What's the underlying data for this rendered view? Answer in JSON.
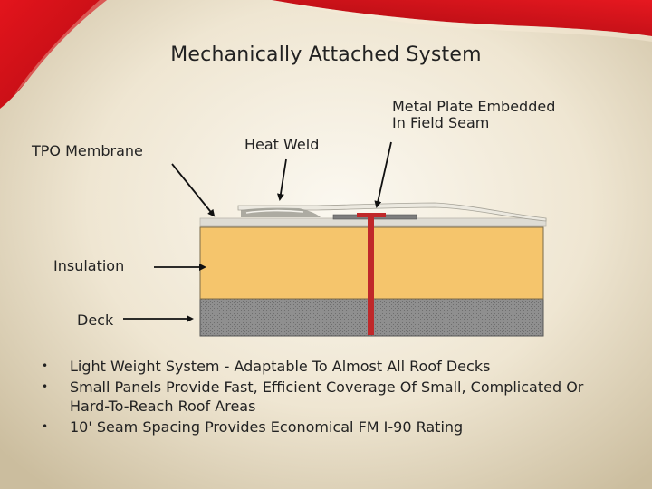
{
  "slide": {
    "title": "Mechanically Attached System"
  },
  "diagram": {
    "labels": {
      "metal_plate_line1": "Metal Plate Embedded",
      "metal_plate_line2": "In Field Seam",
      "tpo_membrane": "TPO Membrane",
      "heat_weld": "Heat Weld",
      "insulation": "Insulation",
      "deck": "Deck"
    },
    "colors": {
      "insulation": "#f5c56c",
      "deck": "#8c8c8c",
      "fastener": "#c0282a",
      "membrane": "#dedcd4",
      "accent_red": "#d4141c"
    }
  },
  "bullets": [
    {
      "marker": "•",
      "text": "Light Weight System - Adaptable To Almost All Roof Decks"
    },
    {
      "marker": "•",
      "text": "Small Panels Provide Fast, Efficient Coverage Of Small, Complicated Or Hard-To-Reach Roof Areas"
    },
    {
      "marker": "•",
      "text": "10' Seam Spacing Provides Economical FM I-90 Rating"
    }
  ]
}
